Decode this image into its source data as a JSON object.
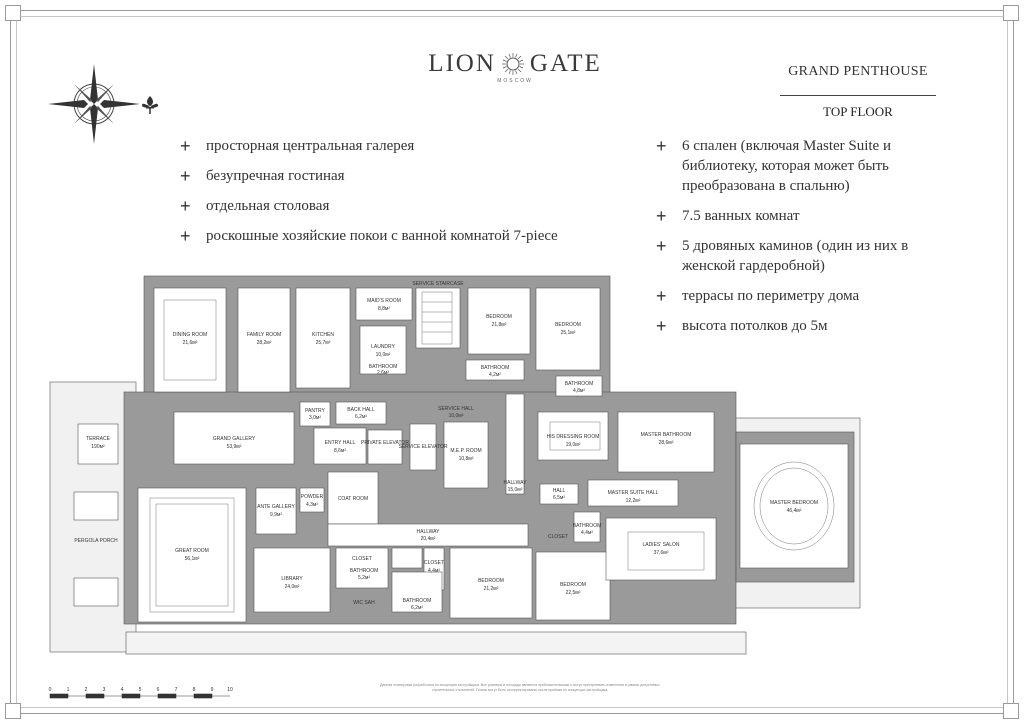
{
  "brand": {
    "name_left": "LION",
    "name_right": "GATE",
    "city": "MOSCOW"
  },
  "header": {
    "title": "GRAND PENTHOUSE",
    "subtitle": "TOP FLOOR"
  },
  "features_left": [
    "просторная центральная галерея",
    "безупречная гостиная",
    "отдельная столовая",
    "роскошные хозяйские покои с ванной комнатой 7-piece"
  ],
  "features_right": [
    "6 спален (включая Master Suite и библиотеку, которая может быть преобразована в спальню)",
    "7.5 ванных комнат",
    "5 дровяных каминов (один из них в женской гардеробной)",
    "террасы по периметру дома",
    "высота потолков до 5м"
  ],
  "plus_symbol": "+",
  "plan": {
    "rooms": [
      {
        "name": "DINING ROOM",
        "area": "21,6м²"
      },
      {
        "name": "FAMILY ROOM",
        "area": "28,2м²"
      },
      {
        "name": "KITCHEN",
        "area": "25,7м²"
      },
      {
        "name": "MAID'S ROOM",
        "area": "8,8м²"
      },
      {
        "name": "SERVICE STAIRCASE",
        "area": ""
      },
      {
        "name": "LAUNDRY",
        "area": "10,0м²"
      },
      {
        "name": "BATHROOM",
        "area": "2,6м²"
      },
      {
        "name": "BEDROOM",
        "area": "21,8м²"
      },
      {
        "name": "BEDROOM",
        "area": "25,1м²"
      },
      {
        "name": "BATHROOM",
        "area": "4,2м²"
      },
      {
        "name": "BATHROOM",
        "area": "4,8м²"
      },
      {
        "name": "PANTRY",
        "area": "3,0м²"
      },
      {
        "name": "BACK HALL",
        "area": "6,2м²"
      },
      {
        "name": "SERVICE HALL",
        "area": "10,0м²"
      },
      {
        "name": "GRAND GALLERY",
        "area": "53,9м²"
      },
      {
        "name": "ENTRY HALL",
        "area": "8,6м²"
      },
      {
        "name": "PRIVATE ELEVATOR",
        "area": ""
      },
      {
        "name": "SERVICE ELEVATOR",
        "area": ""
      },
      {
        "name": "M.E.P. ROOM",
        "area": "10,8м²"
      },
      {
        "name": "HALLWAY",
        "area": "15,0м²"
      },
      {
        "name": "HIS DRESSING ROOM",
        "area": "19,0м²"
      },
      {
        "name": "MASTER BATHROOM",
        "area": "28,6м²"
      },
      {
        "name": "TERRACE",
        "area": "190м²"
      },
      {
        "name": "ANTE GALLERY",
        "area": "9,9м²"
      },
      {
        "name": "POWDER",
        "area": "4,3м²"
      },
      {
        "name": "COAT ROOM",
        "area": ""
      },
      {
        "name": "HALL",
        "area": "6,5м²"
      },
      {
        "name": "MASTER SUITE HALL",
        "area": "12,2м²"
      },
      {
        "name": "BATHROOM",
        "area": "4,4м²"
      },
      {
        "name": "MASTER BEDROOM",
        "area": "46,4м²"
      },
      {
        "name": "GREAT ROOM",
        "area": "56,1м²"
      },
      {
        "name": "HALLWAY",
        "area": "20,4м²"
      },
      {
        "name": "CLOSET",
        "area": ""
      },
      {
        "name": "CLOSET",
        "area": "4,4м²"
      },
      {
        "name": "LADIES' SALON",
        "area": "37,6м²"
      },
      {
        "name": "PERGOLA PORCH",
        "area": ""
      },
      {
        "name": "LIBRARY",
        "area": "24,0м²"
      },
      {
        "name": "BATHROOM",
        "area": "5,2м²"
      },
      {
        "name": "BEDROOM",
        "area": "21,2м²"
      },
      {
        "name": "BEDROOM",
        "area": "22,5м²"
      },
      {
        "name": "WIC SAH",
        "area": ""
      },
      {
        "name": "BATHROOM",
        "area": "6,2м²"
      },
      {
        "name": "CLOSET",
        "area": ""
      }
    ]
  },
  "scale_labels": [
    "0",
    "1",
    "2",
    "3",
    "4",
    "5",
    "6",
    "7",
    "8",
    "9",
    "10"
  ],
  "legal": "Данная планировка разработана по концепции застройщика. Все размеры и площади являются приблизительными и могут претерпевать изменения в рамках допустимых строительных отклонений. Планы могут быть откорректированы после приёмки по концепции застройщика.",
  "colors": {
    "wall": "#8a8a8a",
    "line": "#555555",
    "accent": "#222222"
  }
}
